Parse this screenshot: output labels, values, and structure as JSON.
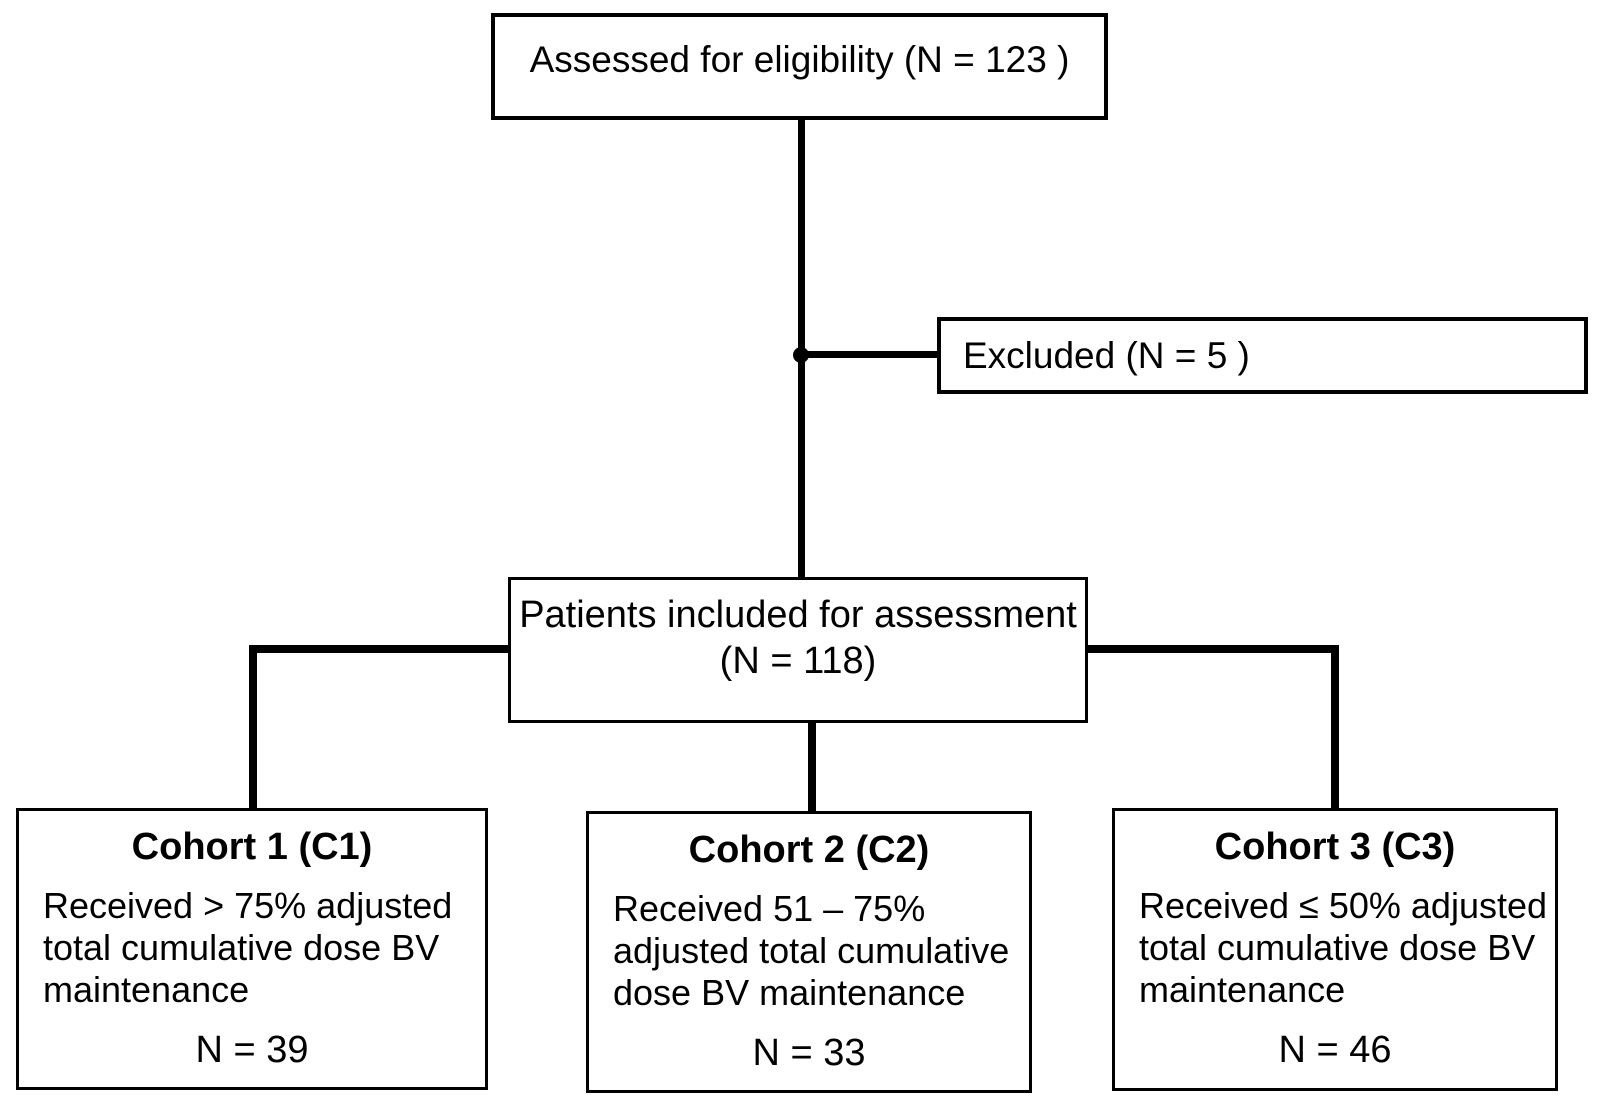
{
  "page": {
    "background_color": "#ffffff",
    "line_color": "#000000",
    "text_color": "#000000"
  },
  "flowchart": {
    "assessed_box": {
      "text": "Assessed for eligibility (N = 123 )"
    },
    "excluded_box": {
      "text": "Excluded (N = 5 )"
    },
    "included_box": {
      "line1": "Patients included for assessment",
      "line2": "(N = 118)"
    },
    "cohorts": [
      {
        "title": "Cohort 1 (C1)",
        "description": "Received > 75% adjusted\ntotal cumulative dose BV\nmaintenance",
        "n_label": "N = 39"
      },
      {
        "title": "Cohort 2 (C2)",
        "description": "Received 51 – 75%\nadjusted total cumulative\ndose BV maintenance",
        "n_label": "N = 33"
      },
      {
        "title": "Cohort 3 (C3)",
        "description": "Received ≤ 50% adjusted\ntotal cumulative dose BV\nmaintenance",
        "n_label": "N = 46"
      }
    ]
  }
}
